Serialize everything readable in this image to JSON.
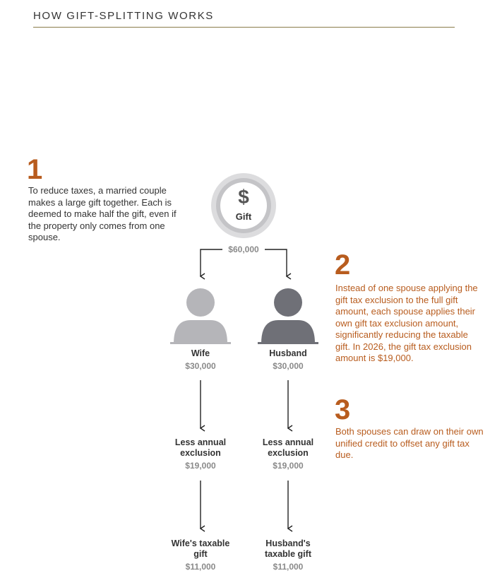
{
  "header": {
    "title": "HOW GIFT-SPLITTING WORKS"
  },
  "steps": [
    {
      "number": "1",
      "text": "To reduce taxes, a married couple makes a large gift together. Each is deemed to make half the gift, even if the property only comes from one spouse."
    },
    {
      "number": "2",
      "text": "Instead of one spouse applying the gift tax exclusion to the full gift amount, each spouse applies their own gift tax exclusion amount, significantly reducing the taxable gift. In 2026, the gift tax exclusion amount is $19,000."
    },
    {
      "number": "3",
      "text": "Both spouses can draw on their own unified credit to offset any gift tax due."
    }
  ],
  "gift": {
    "symbol": "$",
    "label": "Gift",
    "amount": "$60,000"
  },
  "wife": {
    "label": "Wife",
    "amount": "$30,000",
    "exclusion_label": "Less annual exclusion",
    "exclusion_amount": "$19,000",
    "taxable_label": "Wife's taxable gift",
    "taxable_amount": "$11,000"
  },
  "husband": {
    "label": "Husband",
    "amount": "$30,000",
    "exclusion_label": "Less annual exclusion",
    "exclusion_amount": "$19,000",
    "taxable_label": "Husband's taxable gift",
    "taxable_amount": "$11,000"
  },
  "colors": {
    "accent": "#b85c1e",
    "wife_person": "#b5b5b9",
    "husband_person": "#6f7077",
    "rule": "#8b7d4a"
  },
  "icons": {
    "gift": "dollar-coin-icon",
    "wife": "person-icon",
    "husband": "person-icon"
  }
}
